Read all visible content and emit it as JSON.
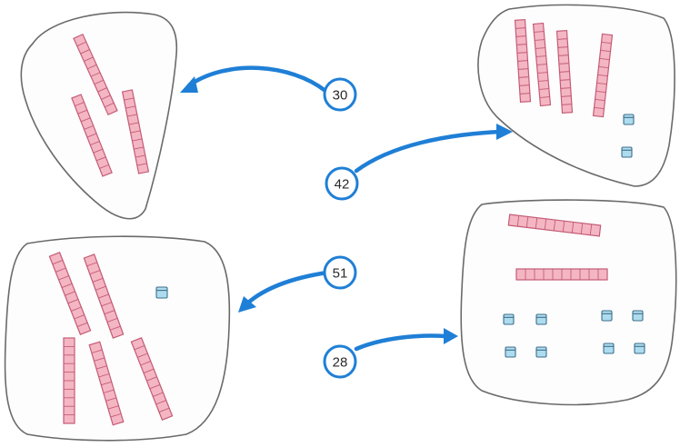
{
  "labels": {
    "n30": "30",
    "n42": "42",
    "n51": "51",
    "n28": "28"
  },
  "groups": [
    {
      "name": "top-left",
      "tens": 3,
      "ones": 0
    },
    {
      "name": "top-right",
      "tens": 4,
      "ones": 2
    },
    {
      "name": "bottom-left",
      "tens": 5,
      "ones": 1
    },
    {
      "name": "bottom-right",
      "tens": 2,
      "ones": 8
    }
  ],
  "colors": {
    "rod_fill": "#f4b6c3",
    "rod_stroke": "#c45c77",
    "cube_fill": "#aedcef",
    "arrow": "#1f7fd6"
  },
  "icons": {
    "ten_rod": "ten-rod-icon",
    "unit_cube": "unit-cube-icon",
    "arrow": "arrow-icon"
  }
}
